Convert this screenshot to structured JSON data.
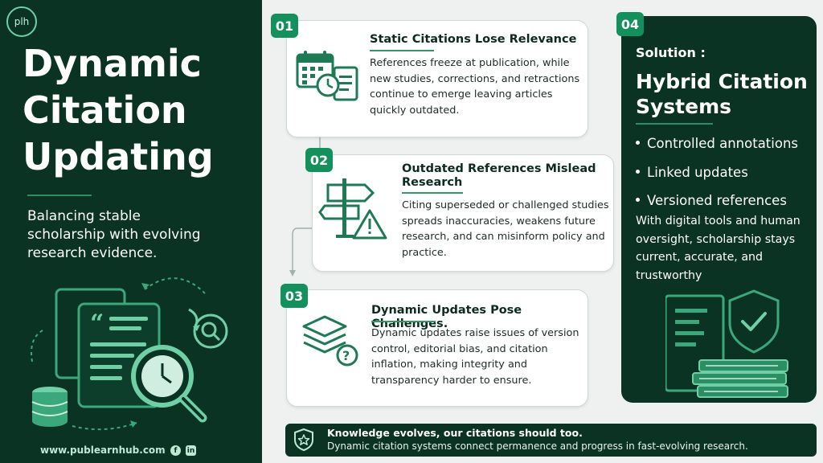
{
  "brand": {
    "logo_text": "plh",
    "website": "www.publearnhub.com"
  },
  "header": {
    "title": "Dynamic Citation Updating",
    "subtitle": "Balancing stable scholarship with evolving research evidence."
  },
  "steps": [
    {
      "number": "01",
      "title": "Static Citations Lose Relevance",
      "text": "References freeze at publication, while new studies, corrections, and retractions continue to emerge leaving articles quickly outdated.",
      "icon": "calendar-document-icon"
    },
    {
      "number": "02",
      "title": "Outdated References Mislead Research",
      "text": "Citing superseded or challenged studies spreads inaccuracies, weakens future research, and can misinform policy and practice.",
      "icon": "signpost-warning-icon"
    },
    {
      "number": "03",
      "title": "Dynamic Updates Pose Challenges.",
      "text": "Dynamic updates raise issues of version control, editorial bias, and citation inflation, making integrity and transparency harder to ensure.",
      "icon": "layers-question-icon"
    }
  ],
  "solution": {
    "number": "04",
    "label": "Solution :",
    "title": "Hybrid Citation Systems",
    "items": [
      "Controlled annotations",
      "Linked updates",
      "Versioned references"
    ],
    "text": "With digital tools and human oversight, scholarship stays current, accurate, and trustworthy"
  },
  "banner": {
    "heading": "Knowledge evolves, our citations should too.",
    "text": "Dynamic citation systems connect permanence and progress in fast-evolving research."
  },
  "social": {
    "facebook": "f",
    "linkedin": "in"
  },
  "colors": {
    "dark_green": "#0b3324",
    "accent_green": "#14905c",
    "light_green": "#6fd0a6",
    "card_bg": "#ffffff"
  }
}
